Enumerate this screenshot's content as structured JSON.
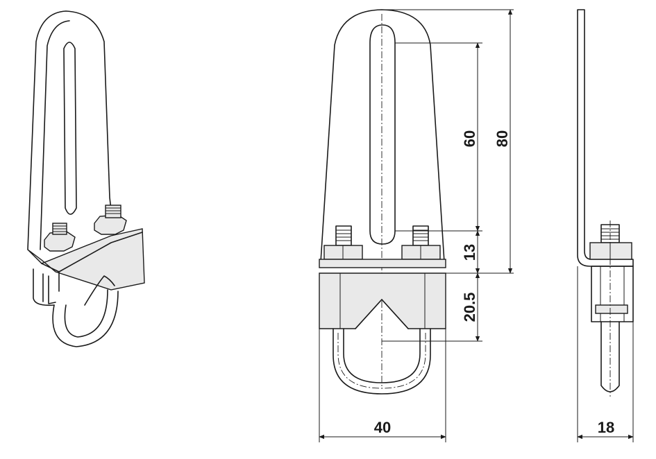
{
  "dimensions": {
    "width_label": "40",
    "side_width_label": "18",
    "slot_length_label": "60",
    "total_height_label": "80",
    "slot_offset_label": "13",
    "clamp_height_label": "20.5"
  },
  "colors": {
    "line": "#1a1a1a",
    "fill_shade": "#e9e9e9",
    "background": "#ffffff"
  }
}
